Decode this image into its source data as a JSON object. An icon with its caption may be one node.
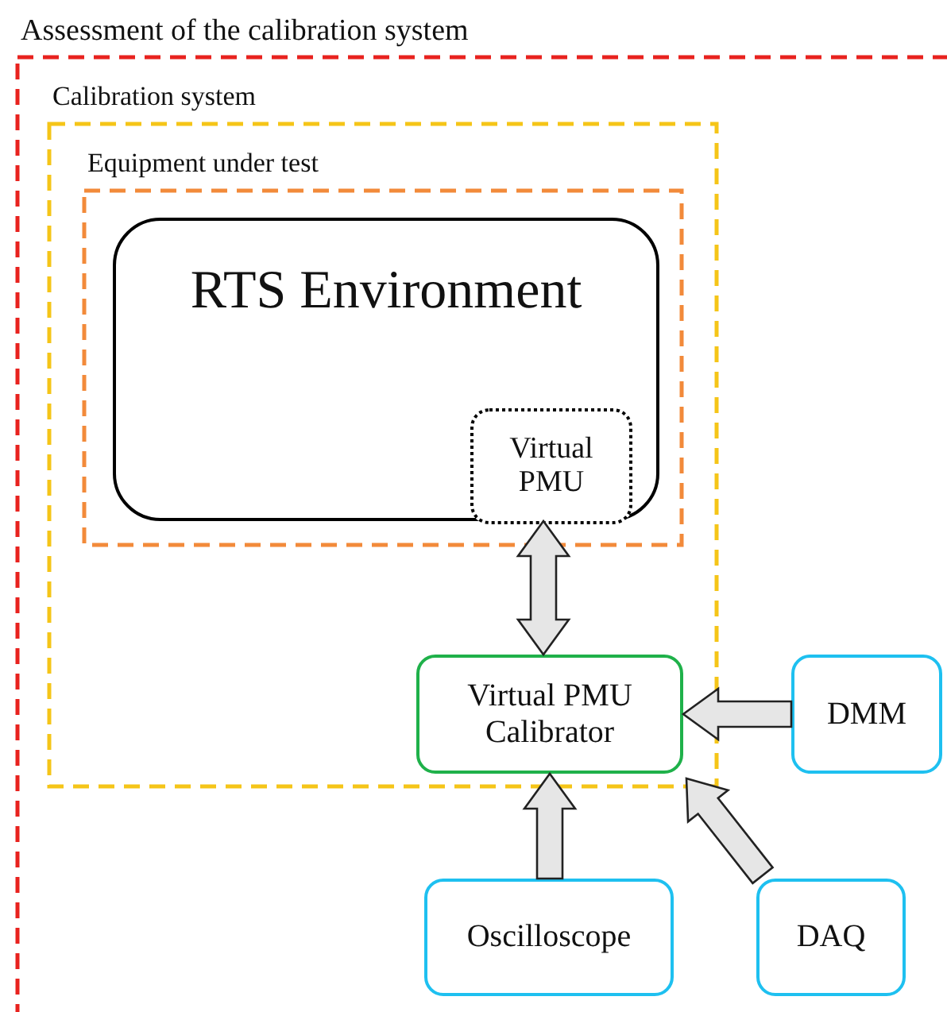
{
  "diagram": {
    "nodes": [
      {
        "text": [
          "Assessment of the calibration system"
        ]
      },
      {
        "text": [
          "Calibration system"
        ],
        "in": 0
      },
      {
        "text": [
          "Equipment under test"
        ],
        "in": 1
      },
      {
        "text": [
          "RTS Environment"
        ],
        "in": 2
      },
      {
        "text": [
          "Virtual PMU"
        ],
        "in": 3
      },
      {
        "text": [
          "Virtual PMU Calibrator"
        ],
        "in": 1
      },
      {
        "text": [
          "DMM"
        ],
        "in": 0
      },
      {
        "text": [
          "Oscilloscope"
        ],
        "in": 0
      },
      {
        "text": [
          "DAQ"
        ],
        "in": 0
      }
    ],
    "edges": [
      {
        "from": 4,
        "to": 5,
        "arrow": "both"
      },
      {
        "from": 6,
        "to": 5,
        "arrow": "to"
      },
      {
        "from": 7,
        "to": 5,
        "arrow": "to"
      },
      {
        "from": 8,
        "to": 5,
        "arrow": "to"
      }
    ]
  }
}
